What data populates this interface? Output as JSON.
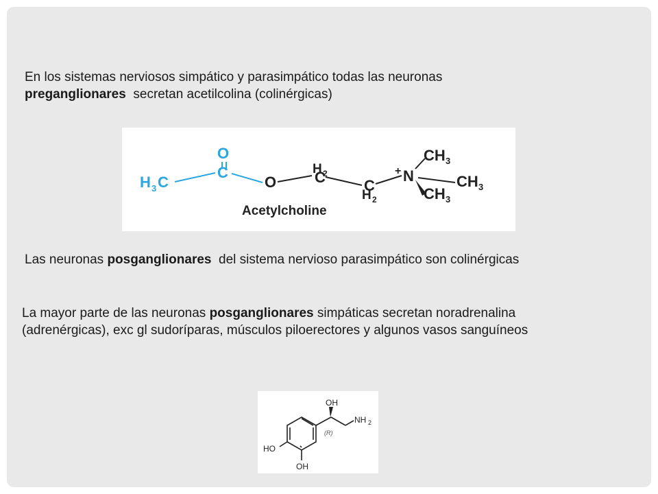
{
  "paragraphs": {
    "p1": {
      "line1": "En los sistemas nerviosos simpático y parasimpático todas las neuronas",
      "bold": "preganglionares",
      "rest": "secretan acetilcolina (colinérgicas)"
    },
    "p2": {
      "pre": "Las neuronas",
      "bold": "posganglionares",
      "post": "del sistema nervioso parasimpático son colinérgicas"
    },
    "p3": {
      "pre": "La mayor parte de las neuronas",
      "bold": "posganglionares",
      "post": "simpáticas secretan noradrenalina",
      "line2": "(adrenérgicas), exc gl sudoríparas, músculos piloerectores y algunos vasos sanguíneos"
    }
  },
  "acetylcholine": {
    "caption": "Acetylcholine",
    "h3c": "H",
    "h3c_sub": "3",
    "h3c_tail": "C",
    "carbonyl_c": "C",
    "carbonyl_o": "O",
    "ester_o": "O",
    "ch2_top_h": "H",
    "ch2_top_sub": "2",
    "ch2_top_c": "C",
    "ch2_bot_c": "C",
    "ch2_bot_h": "H",
    "ch2_bot_sub": "2",
    "plus": "+",
    "nitrogen": "N",
    "methyl_top": "CH",
    "methyl_top_sub": "3",
    "methyl_mid": "CH",
    "methyl_mid_sub": "3",
    "methyl_bot": "CH",
    "methyl_bot_sub": "3",
    "colors": {
      "acetyl": "#2aa6e0",
      "rest": "#222222"
    }
  },
  "noradrenaline": {
    "oh_top": "OH",
    "nh": "NH",
    "nh_sub": "2",
    "stereo": "(R)",
    "ho_left": "HO",
    "oh_bottom": "OH"
  }
}
